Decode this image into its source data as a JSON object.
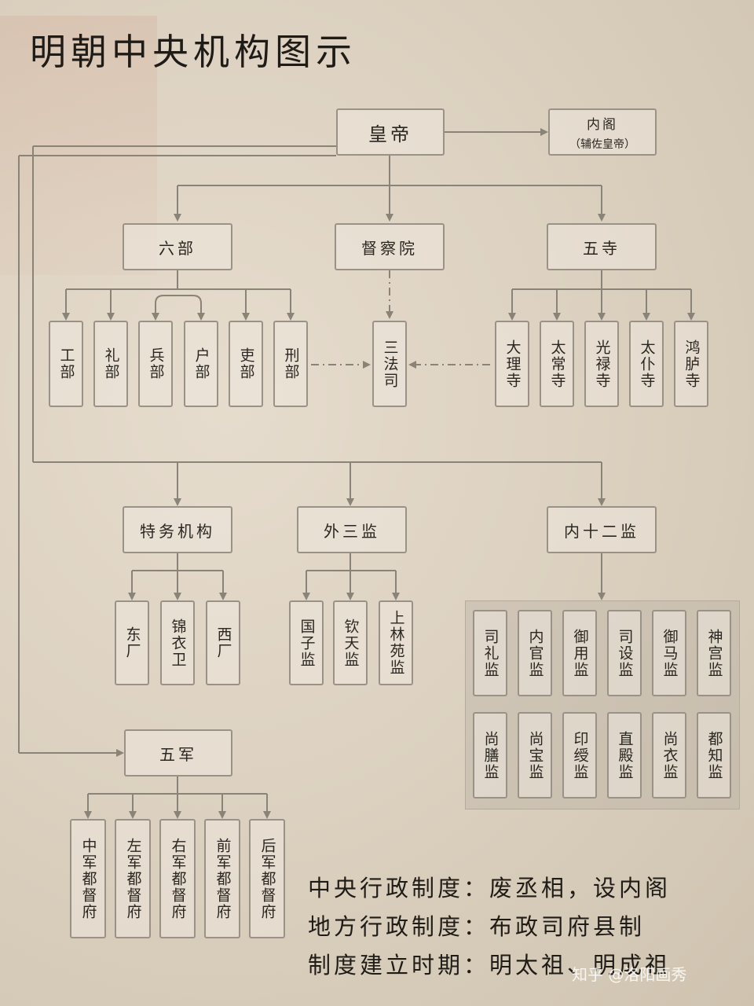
{
  "title": "明朝中央机构图示",
  "emperor": "皇帝",
  "neige": {
    "name": "内阁",
    "note": "（辅佐皇帝）"
  },
  "level1": {
    "liubu": "六部",
    "duchayuan": "督察院",
    "wusi": "五寺"
  },
  "liubu_items": [
    "工部",
    "礼部",
    "兵部",
    "户部",
    "吏部",
    "刑部"
  ],
  "sanfasi": "三法司",
  "wusi_items": [
    "大理寺",
    "太常寺",
    "光禄寺",
    "太仆寺",
    "鸿胪寺"
  ],
  "level2": {
    "tewu": "特务机构",
    "waisanjian": "外三监",
    "neishierjian": "内十二监"
  },
  "tewu_items": [
    "东厂",
    "锦衣卫",
    "西厂"
  ],
  "waisanjian_items": [
    "国子监",
    "钦天监",
    "上林苑监"
  ],
  "neishierjian_items": [
    "司礼监",
    "内官监",
    "御用监",
    "司设监",
    "御马监",
    "神宫监",
    "尚膳监",
    "尚宝监",
    "印绶监",
    "直殿监",
    "尚衣监",
    "都知监"
  ],
  "wujun": "五军",
  "wujun_items": [
    "中军都督府",
    "左军都督府",
    "右军都督府",
    "前军都督府",
    "后军都督府"
  ],
  "footer": [
    "中央行政制度：废丞相，设内阁",
    "地方行政制度：布政司府县制",
    "制度建立时期：明太祖、明成祖"
  ],
  "watermark": "知乎 @洛阳画秀",
  "colors": {
    "line": "#8a8378",
    "box_border": "#9a9287",
    "text": "#2a2621"
  }
}
